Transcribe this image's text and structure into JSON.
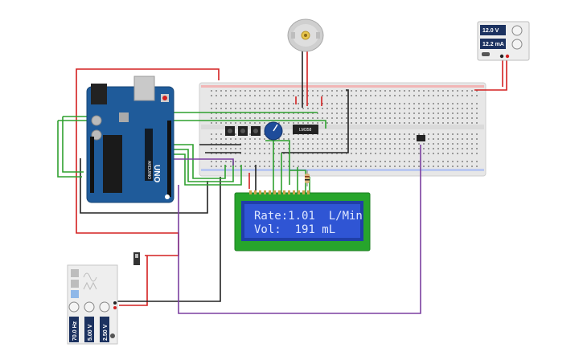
{
  "lcd": {
    "line1": "Rate:1.01  L/Min",
    "line2": "Vol:  191 mL"
  },
  "power_supply": {
    "voltage": "12.0 V",
    "current": "12.2 mA"
  },
  "function_generator": {
    "frequency": "70.0 Hz",
    "amplitude": "5.00 V",
    "offset": "2.50 V"
  },
  "arduino": {
    "brand": "ARDUINO",
    "model": "UNO"
  },
  "ic_chip": {
    "label": "LM358"
  },
  "colors": {
    "breadboard": "#e7e7e7",
    "arduino": "#1f5b9a",
    "lcd_frame": "#27a52c",
    "lcd_screen": "#2f55d4",
    "wire_red": "#d32020",
    "wire_green": "#2ea02e",
    "wire_black": "#222222",
    "wire_purple": "#7b3fa0"
  }
}
